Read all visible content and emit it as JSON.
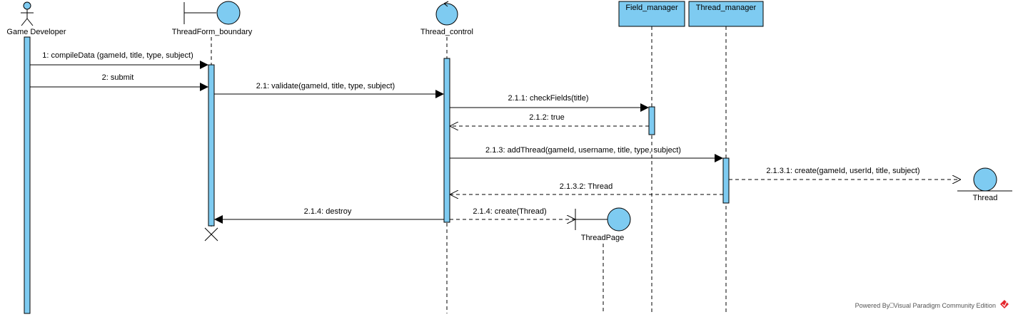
{
  "colors": {
    "fill": "#7ecbf1",
    "stroke": "#000000",
    "background": "#ffffff",
    "watermark_icon": "#e5262c"
  },
  "participants": {
    "game_developer": "Game Developer",
    "threadform_boundary": "ThreadForm_boundary",
    "thread_control": "Thread_control",
    "field_manager": "Field_manager",
    "thread_manager": "Thread_manager",
    "thread": "Thread",
    "threadpage": "ThreadPage"
  },
  "messages": {
    "m1": "1: compileData (gameId, title, type, subject)",
    "m2": "2: submit",
    "m2_1": "2.1: validate(gameId, title, type, subject)",
    "m2_1_1": "2.1.1: checkFields(title)",
    "m2_1_2": "2.1.2: true",
    "m2_1_3": "2.1.3: addThread(gameId, username, title, type, subject)",
    "m2_1_3_1": "2.1.3.1: create(gameId, userId, title, subject)",
    "m2_1_3_2": "2.1.3.2: Thread",
    "m2_1_4_destroy": "2.1.4: destroy",
    "m2_1_4_create": "2.1.4: create(Thread)"
  },
  "watermark": "Powered By⎕Visual Paradigm Community Edition"
}
